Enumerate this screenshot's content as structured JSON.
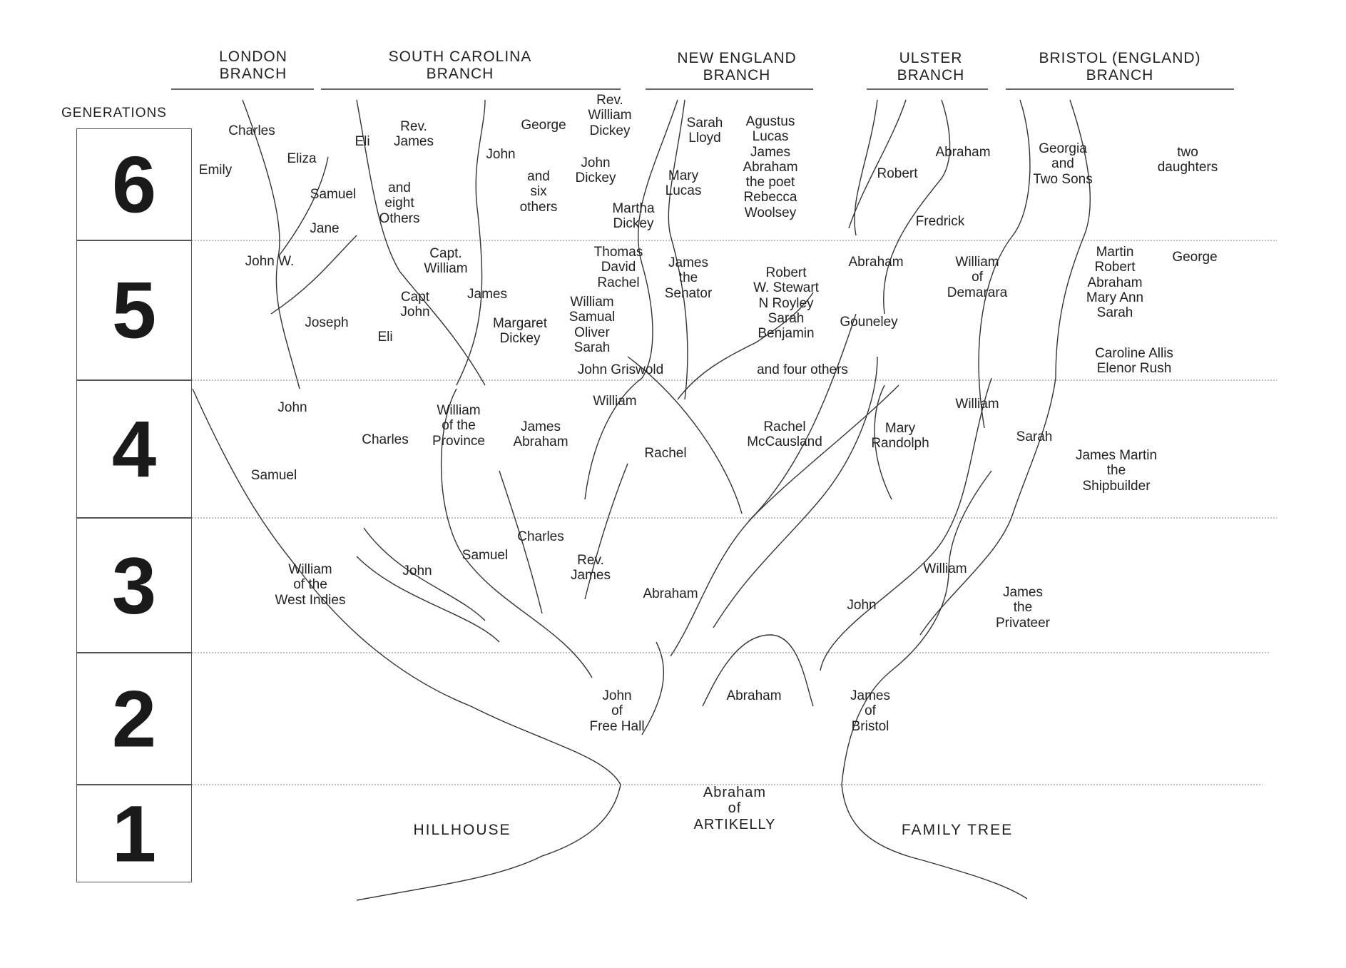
{
  "generations_label": "GENERATIONS",
  "generation_numbers": [
    "6",
    "5",
    "4",
    "3",
    "2",
    "1"
  ],
  "branches": [
    "LONDON\nBRANCH",
    "SOUTH CAROLINA\nBRANCH",
    "NEW ENGLAND\nBRANCH",
    "ULSTER\nBRANCH",
    "BRISTOL (ENGLAND)\nBRANCH"
  ],
  "footer": {
    "left": "HILLHOUSE",
    "center": "Abraham\nof\nARTIKELLY",
    "right": "FAMILY TREE"
  },
  "names": {
    "gen6": [
      "Charles",
      "Emily",
      "Eliza",
      "Eli",
      "Samuel",
      "Jane",
      "Rev.\nJames",
      "and\neight\nOthers",
      "John",
      "George",
      "and\nsix\nothers",
      "Rev.\nWilliam\nDickey",
      "John\nDickey",
      "Martha\nDickey",
      "Sarah\nLloyd",
      "Mary\nLucas",
      "Agustus\nLucas\nJames\nAbraham\nthe poet\nRebecca\nWoolsey",
      "Robert",
      "Abraham",
      "Fredrick",
      "Georgia\nand\nTwo Sons",
      "two\ndaughters"
    ],
    "gen5": [
      "John W.",
      "Joseph",
      "Capt.\nWilliam",
      "Capt\nJohn",
      "Eli",
      "James",
      "Margaret\nDickey",
      "Thomas\nDavid\nRachel",
      "William\nSamual\nOliver\nSarah",
      "John Griswold",
      "James\nthe\nSenator",
      "Robert\nW. Stewart\nN Royley\nSarah\nBenjamin",
      "and four others",
      "Abraham",
      "Gouneley",
      "William\nof\nDemarara",
      "Martin\nRobert\nAbraham\nMary Ann\nSarah",
      "George",
      "Caroline Allis\nElenor Rush"
    ],
    "gen4": [
      "John",
      "Samuel",
      "Charles",
      "William\nof the\nProvince",
      "James\nAbraham",
      "William",
      "Rachel",
      "Rachel\nMcCausland",
      "Mary\nRandolph",
      "William",
      "Sarah",
      "James Martin\nthe\nShipbuilder"
    ],
    "gen3": [
      "William\nof the\nWest Indies",
      "John",
      "Samuel",
      "Charles",
      "Rev.\nJames",
      "Abraham",
      "John",
      "William",
      "James\nthe\nPrivateer"
    ],
    "gen2": [
      "John\nof\nFree Hall",
      "Abraham",
      "James\nof\nBristol"
    ]
  }
}
